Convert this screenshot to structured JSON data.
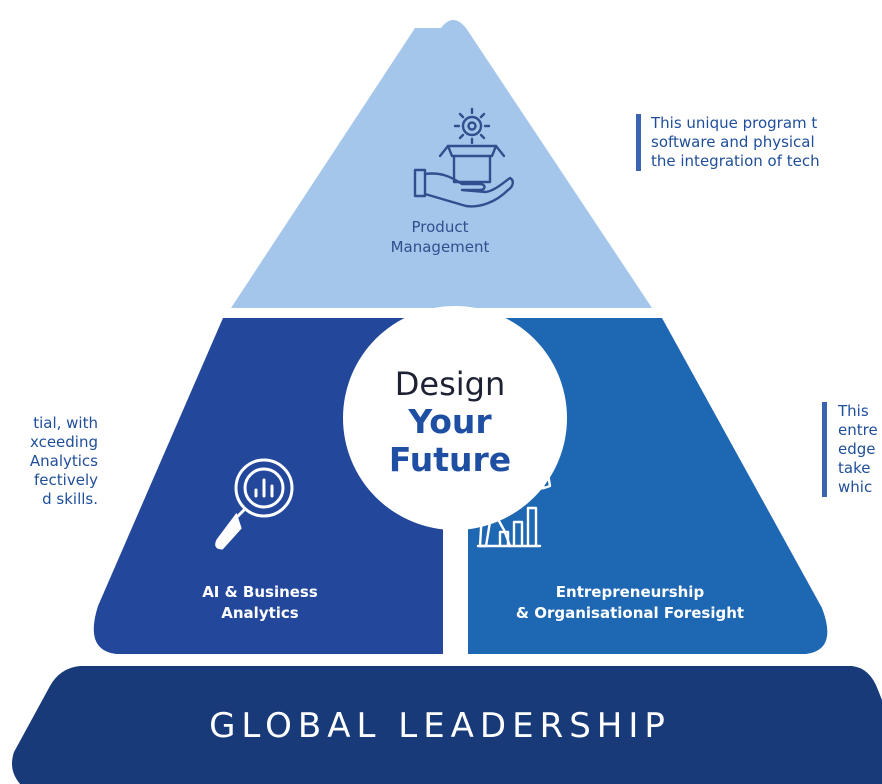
{
  "segments": {
    "product_management": {
      "label_lines": [
        "Product",
        "Management"
      ],
      "icon": "box-gear-hand-icon",
      "color": "#a4c6ea"
    },
    "ai_business_analytics": {
      "label_lines": [
        "AI & Business",
        "Analytics"
      ],
      "icon": "magnifier-chart-icon",
      "color": "#23479a"
    },
    "entrepreneurship": {
      "label_lines": [
        "Entrepreneurship",
        "& Organisational Foresight"
      ],
      "icon": "telescope-growth-icon",
      "color": "#1e67b3"
    }
  },
  "center": {
    "line1": "Design",
    "line2": "Your",
    "line3": "Future"
  },
  "banner": {
    "text": "GLOBAL LEADERSHIP",
    "color": "#183a78"
  },
  "side_texts": {
    "top_right": [
      "This unique program t",
      "software and physical",
      "the integration of tech"
    ],
    "right": [
      "This",
      "entre",
      "edge",
      "take",
      "whic"
    ],
    "left": [
      "tial, with",
      "xceeding",
      "Analytics",
      "fectively",
      "d skills."
    ]
  },
  "colors": {
    "text_blue": "#1f4e9a",
    "accent_bar": "#3b63b0"
  }
}
